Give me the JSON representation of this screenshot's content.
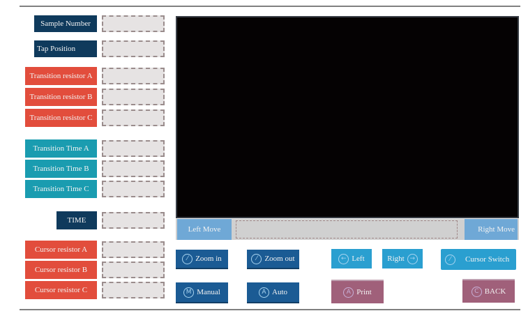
{
  "left_panel": {
    "sample_number": {
      "label": "Sample Number",
      "value": ""
    },
    "tap_position": {
      "label": "Tap Position",
      "value": ""
    },
    "transition_resistor": [
      {
        "label": "Transition resistor A",
        "value": ""
      },
      {
        "label": "Transition resistor B",
        "value": ""
      },
      {
        "label": "Transition resistor C",
        "value": ""
      }
    ],
    "transition_time": [
      {
        "label": "Transition Time A",
        "value": ""
      },
      {
        "label": "Transition Time B",
        "value": ""
      },
      {
        "label": "Transition Time C",
        "value": ""
      }
    ],
    "time": {
      "label": "TIME",
      "value": ""
    },
    "cursor_resistor": [
      {
        "label": "Cursor resistor A",
        "value": ""
      },
      {
        "label": "Cursor resistor B",
        "value": ""
      },
      {
        "label": "Cursor resistor C",
        "value": ""
      }
    ]
  },
  "display": {
    "left_move": "Left Move",
    "right_move": "Right Move"
  },
  "buttons": {
    "zoom_in": "Zoom in",
    "zoom_out": "Zoom out",
    "left": "Left",
    "right": "Right",
    "cursor_switch": "Cursor Switch",
    "manual": "Manual",
    "manual_icon": "M",
    "auto": "Auto",
    "auto_icon": "A",
    "print": "Print",
    "print_icon": "A",
    "back": "BACK",
    "back_icon": "C"
  },
  "colors": {
    "navy": "#0f3a5c",
    "red": "#e24d3c",
    "teal": "#1a9cb0",
    "button_blue": "#1b5b94",
    "button_cyan": "#2a9fd0",
    "button_mauve": "#a0607a"
  }
}
